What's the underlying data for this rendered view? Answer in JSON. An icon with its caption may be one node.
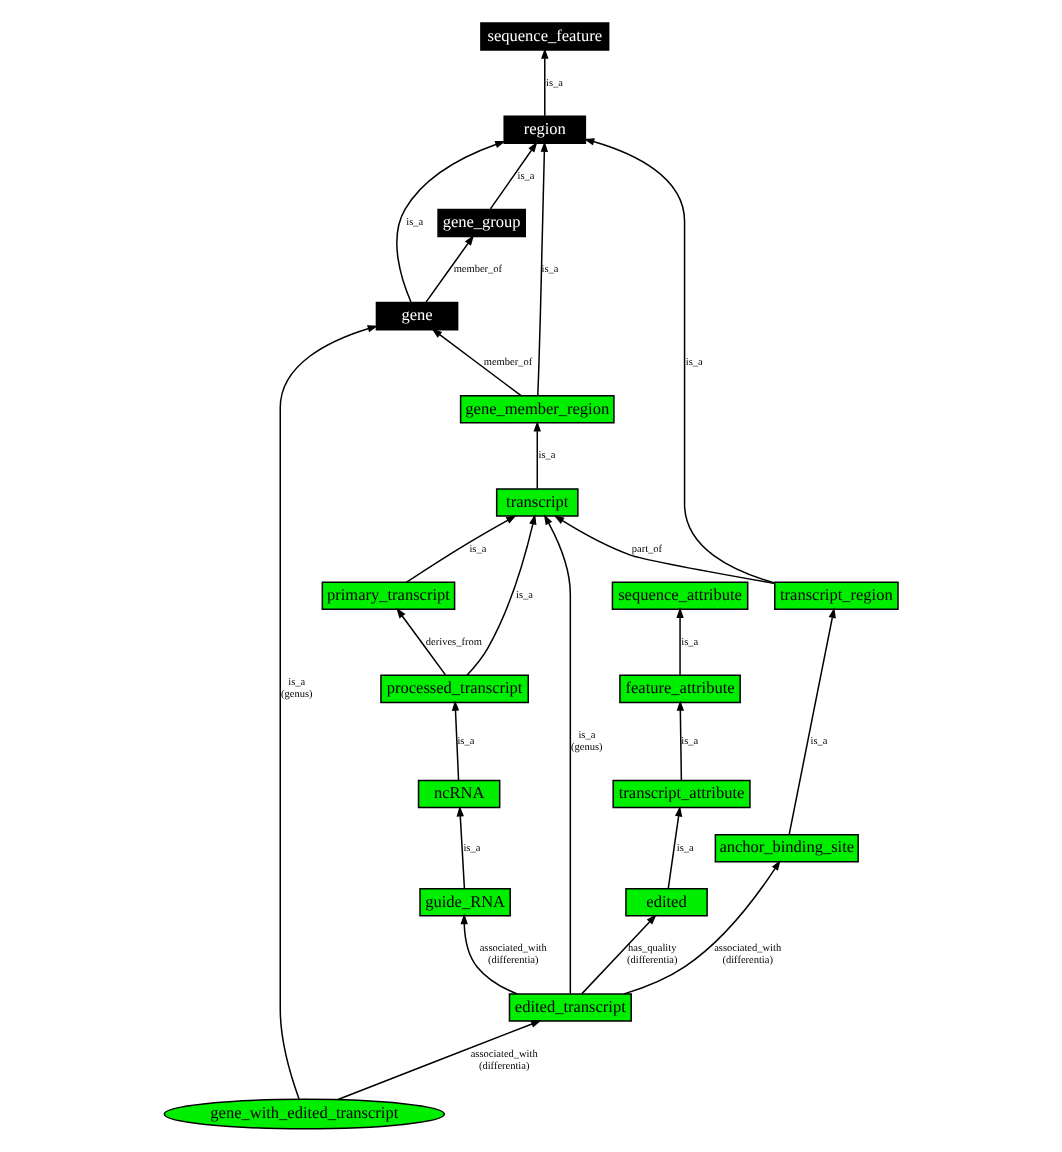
{
  "diagram": {
    "nodes": [
      {
        "text": [
          "sequence_feature"
        ]
      },
      {
        "text": [
          "region"
        ]
      },
      {
        "text": [
          "gene_group"
        ]
      },
      {
        "text": [
          "gene"
        ]
      },
      {
        "text": [
          "gene_member_region"
        ]
      },
      {
        "text": [
          "transcript"
        ]
      },
      {
        "text": [
          "primary_transcript"
        ]
      },
      {
        "text": [
          "transcript_region"
        ]
      },
      {
        "text": [
          "sequence_attribute"
        ]
      },
      {
        "text": [
          "processed_transcript"
        ]
      },
      {
        "text": [
          "anchor_binding_site"
        ]
      },
      {
        "text": [
          "feature_attribute"
        ]
      },
      {
        "text": [
          "ncRNA"
        ]
      },
      {
        "text": [
          "transcript_attribute"
        ]
      },
      {
        "text": [
          "guide_RNA"
        ]
      },
      {
        "text": [
          "edited"
        ]
      },
      {
        "text": [
          "edited_transcript"
        ]
      },
      {
        "text": [
          "gene_with_edited_transcript"
        ]
      }
    ],
    "edges": [
      {
        "from": 1,
        "to": 0,
        "arrow": "to",
        "label": "is_a"
      },
      {
        "from": 2,
        "to": 1,
        "arrow": "to",
        "label": "is_a"
      },
      {
        "from": 3,
        "to": 1,
        "arrow": "to",
        "label": "is_a"
      },
      {
        "from": 3,
        "to": 2,
        "arrow": "to",
        "label": "member_of"
      },
      {
        "from": 4,
        "to": 3,
        "arrow": "to",
        "label": "member_of"
      },
      {
        "from": 4,
        "to": 1,
        "arrow": "to",
        "label": "is_a"
      },
      {
        "from": 5,
        "to": 4,
        "arrow": "to",
        "label": "is_a"
      },
      {
        "from": 6,
        "to": 5,
        "arrow": "to",
        "label": "is_a"
      },
      {
        "from": 7,
        "to": 5,
        "arrow": "to",
        "label": "part_of"
      },
      {
        "from": 7,
        "to": 1,
        "arrow": "to",
        "label": "is_a"
      },
      {
        "from": 9,
        "to": 5,
        "arrow": "to",
        "label": "is_a"
      },
      {
        "from": 9,
        "to": 6,
        "arrow": "to",
        "label": "derives_from"
      },
      {
        "from": 10,
        "to": 7,
        "arrow": "to",
        "label": "is_a"
      },
      {
        "from": 11,
        "to": 8,
        "arrow": "to",
        "label": "is_a"
      },
      {
        "from": 12,
        "to": 9,
        "arrow": "to",
        "label": "is_a"
      },
      {
        "from": 13,
        "to": 11,
        "arrow": "to",
        "label": "is_a"
      },
      {
        "from": 14,
        "to": 12,
        "arrow": "to",
        "label": "is_a"
      },
      {
        "from": 15,
        "to": 13,
        "arrow": "to",
        "label": "is_a"
      },
      {
        "from": 16,
        "to": 14,
        "arrow": "to",
        "label": "associated_with (differentia)"
      },
      {
        "from": 16,
        "to": 5,
        "arrow": "to",
        "label": "is_a (genus)"
      },
      {
        "from": 16,
        "to": 10,
        "arrow": "to",
        "label": "associated_with (differentia)"
      },
      {
        "from": 16,
        "to": 15,
        "arrow": "to",
        "label": "has_quality (differentia)"
      },
      {
        "from": 17,
        "to": 16,
        "arrow": "to",
        "label": "associated_with (differentia)"
      },
      {
        "from": 17,
        "to": 3,
        "arrow": "to",
        "label": "is_a (genus)"
      }
    ]
  }
}
